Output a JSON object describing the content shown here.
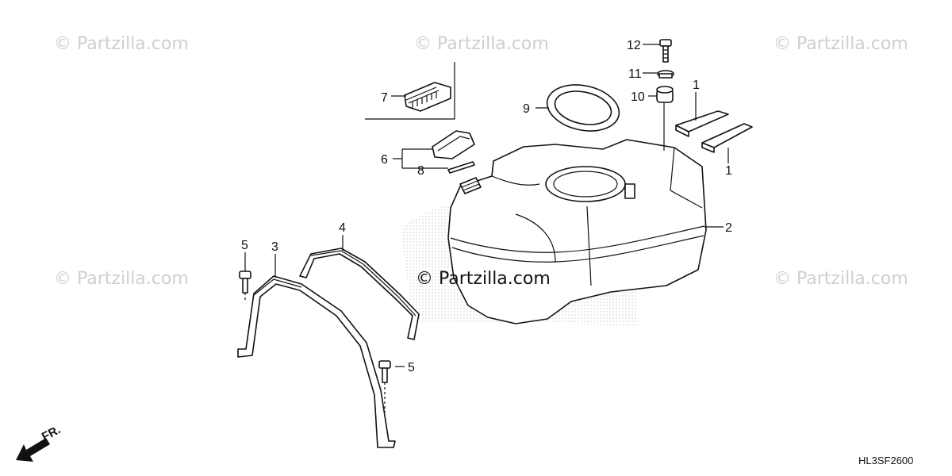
{
  "watermarks": {
    "top_left": "© Partzilla.com",
    "top_center": "© Partzilla.com",
    "top_right": "© Partzilla.com",
    "mid_left": "© Partzilla.com",
    "center": "© Partzilla.com",
    "mid_right": "© Partzilla.com"
  },
  "callouts": {
    "c1a": "1",
    "c1b": "1",
    "c2": "2",
    "c3": "3",
    "c4": "4",
    "c5a": "5",
    "c5b": "5",
    "c6": "6",
    "c7": "7",
    "c8": "8",
    "c9": "9",
    "c10": "10",
    "c11": "11",
    "c12": "12"
  },
  "diagram_code": "HL3SF2600",
  "front_marker": "FR.",
  "icons": [
    "front-direction-arrow-icon"
  ]
}
